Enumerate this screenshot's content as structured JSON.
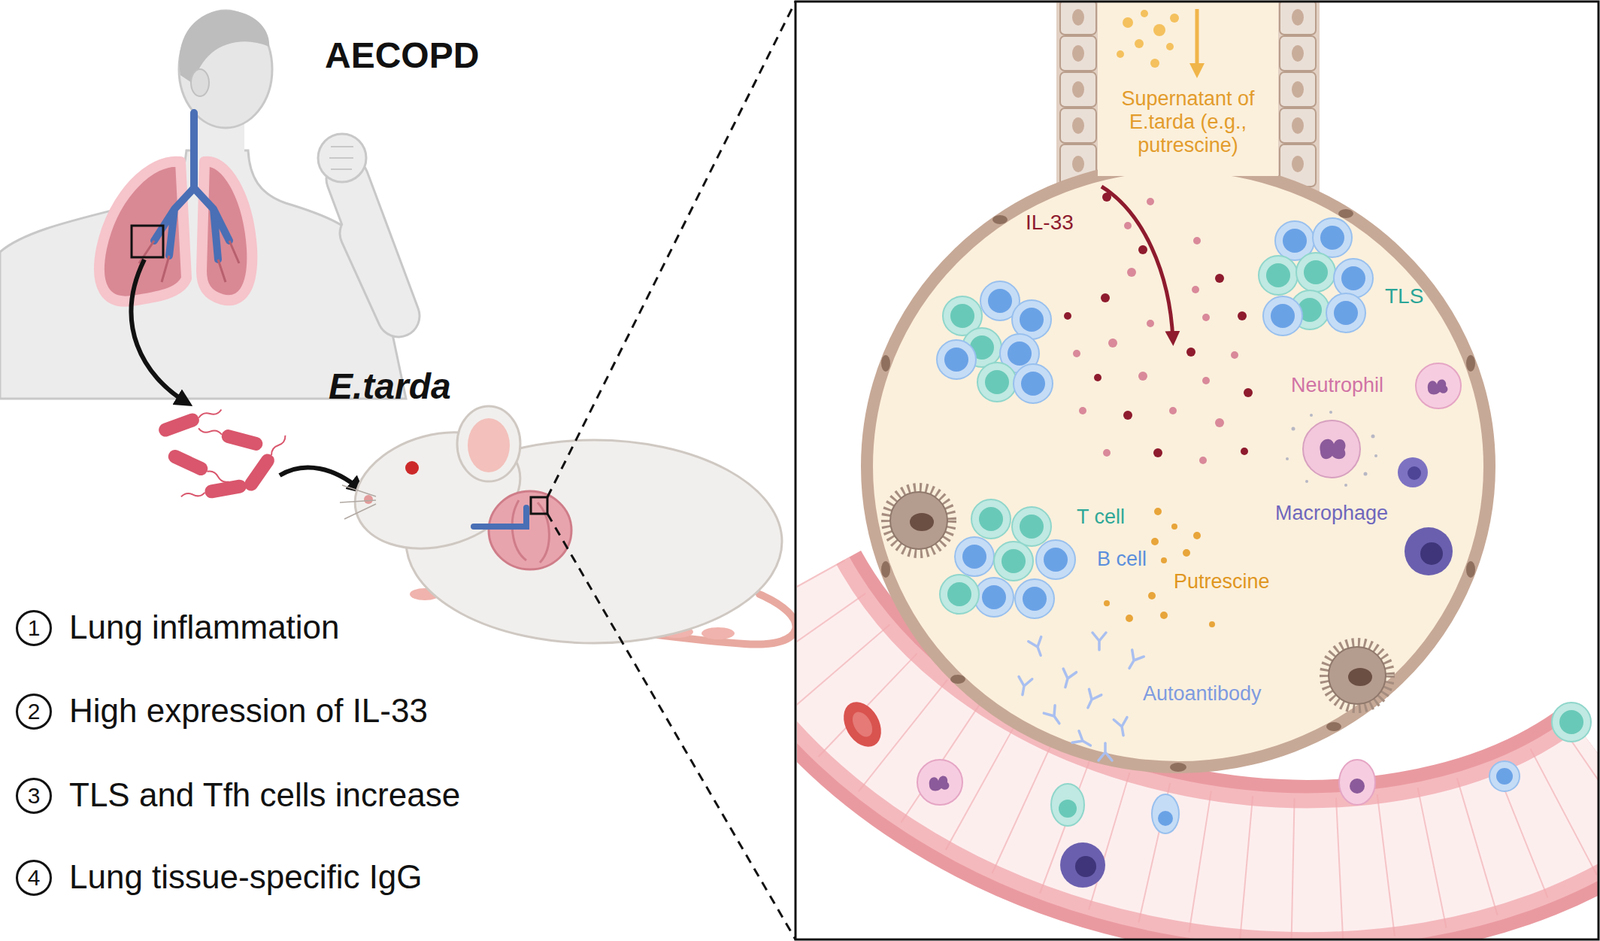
{
  "diagram": {
    "labels": [
      "AECOPD",
      "E.tarda",
      "1",
      "Lung inflammation",
      "2",
      "High expression of IL-33",
      "3",
      "TLS and Tfh cells increase",
      "4",
      "Lung tissue-specific IgG",
      "Supernatant of E.tarda (e.g., putrescine)",
      "IL-33",
      "TLS",
      "Neutrophil",
      "Macrophage",
      "T cell",
      "B cell",
      "Putrescine",
      "Autoantibody"
    ]
  }
}
